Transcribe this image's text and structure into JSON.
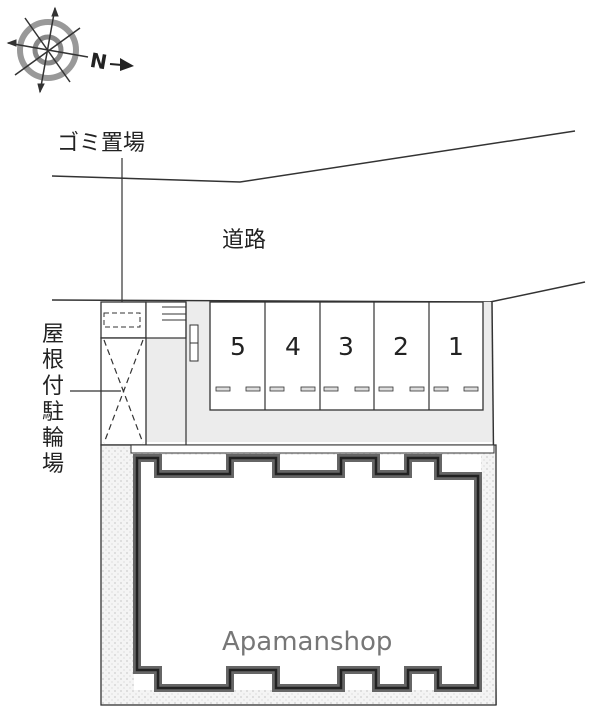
{
  "compass": {
    "label": "N",
    "icon": "compass-rose-icon"
  },
  "labels": {
    "garbage": "ゴミ置場",
    "road": "道路",
    "bike_parking": [
      "屋",
      "根",
      "付",
      "駐",
      "輪",
      "場"
    ]
  },
  "parking": {
    "spaces": [
      "5",
      "4",
      "3",
      "2",
      "1"
    ]
  },
  "watermark": "Apamanshop",
  "colors": {
    "line": "#333333",
    "paved": "#ececec",
    "wall": "#777777",
    "gravel": "#f2f2f2"
  }
}
